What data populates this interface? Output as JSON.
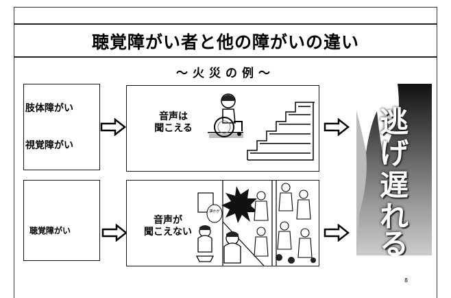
{
  "title": "聴覚障がい者と他の障がいの違い",
  "subtitle": "〜火災の例〜",
  "rows": [
    {
      "left_labels": [
        "肢体障がい",
        "視覚障がい"
      ],
      "caption_lines": [
        "音声は",
        "聞こえる"
      ]
    },
    {
      "left_labels": [
        "聴覚障がい"
      ],
      "caption_lines": [
        "音声が",
        "聞こえない"
      ]
    }
  ],
  "bubble_text": "誰かが",
  "result": {
    "chars": [
      "逃",
      "げ",
      "遅",
      "れ",
      "る"
    ]
  },
  "page_mark": "8",
  "icons": [
    "arrow-right-icon",
    "wheelchair-user-illustration",
    "crowd-fire-illustration",
    "flame-graphic"
  ]
}
